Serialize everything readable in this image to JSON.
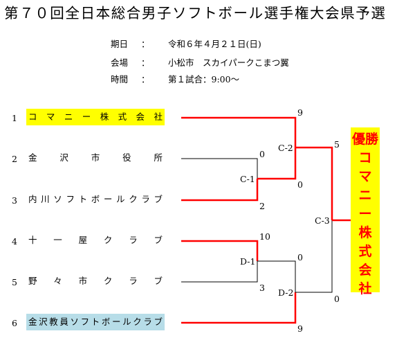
{
  "title": "第７０回全日本総合男子ソフトボール選手権大会県予選",
  "info": {
    "date_label": "期日",
    "date_value": "令和６年４月２１日(日)",
    "venue_label": "会場",
    "venue_value": "小松市　スカイパークこまつ翼",
    "time_label": "時間",
    "time_value": "第１試合：9:00～",
    "colon": "："
  },
  "teams": [
    {
      "seed": "1",
      "name": "コマニー株式会社"
    },
    {
      "seed": "2",
      "name": "金沢市役所"
    },
    {
      "seed": "3",
      "name": "内川ソフトボールクラブ"
    },
    {
      "seed": "4",
      "name": "十一屋クラブ"
    },
    {
      "seed": "5",
      "name": "野々市クラブ"
    },
    {
      "seed": "6",
      "name": "金沢教員ソフトボールクラブ"
    }
  ],
  "matches": {
    "c1": {
      "label": "C-1",
      "score_top": "0",
      "score_bottom": "2"
    },
    "c2": {
      "label": "C-2",
      "score_top": "9",
      "score_bottom": "0"
    },
    "d1": {
      "label": "D-1",
      "score_top": "10",
      "score_bottom": "3"
    },
    "d2": {
      "label": "D-2",
      "score_top": "0",
      "score_bottom": "9"
    },
    "c3": {
      "label": "C-3",
      "score_top": "5",
      "score_bottom": "0"
    }
  },
  "champion": {
    "label": "優勝",
    "chars": [
      "コ",
      "マ",
      "ニ",
      "ー",
      "株",
      "式",
      "会",
      "社"
    ]
  },
  "colors": {
    "win_line": "#ff0000",
    "lose_line": "#000000",
    "highlight_yellow": "#ffff00",
    "highlight_blue": "#b7dde8"
  }
}
